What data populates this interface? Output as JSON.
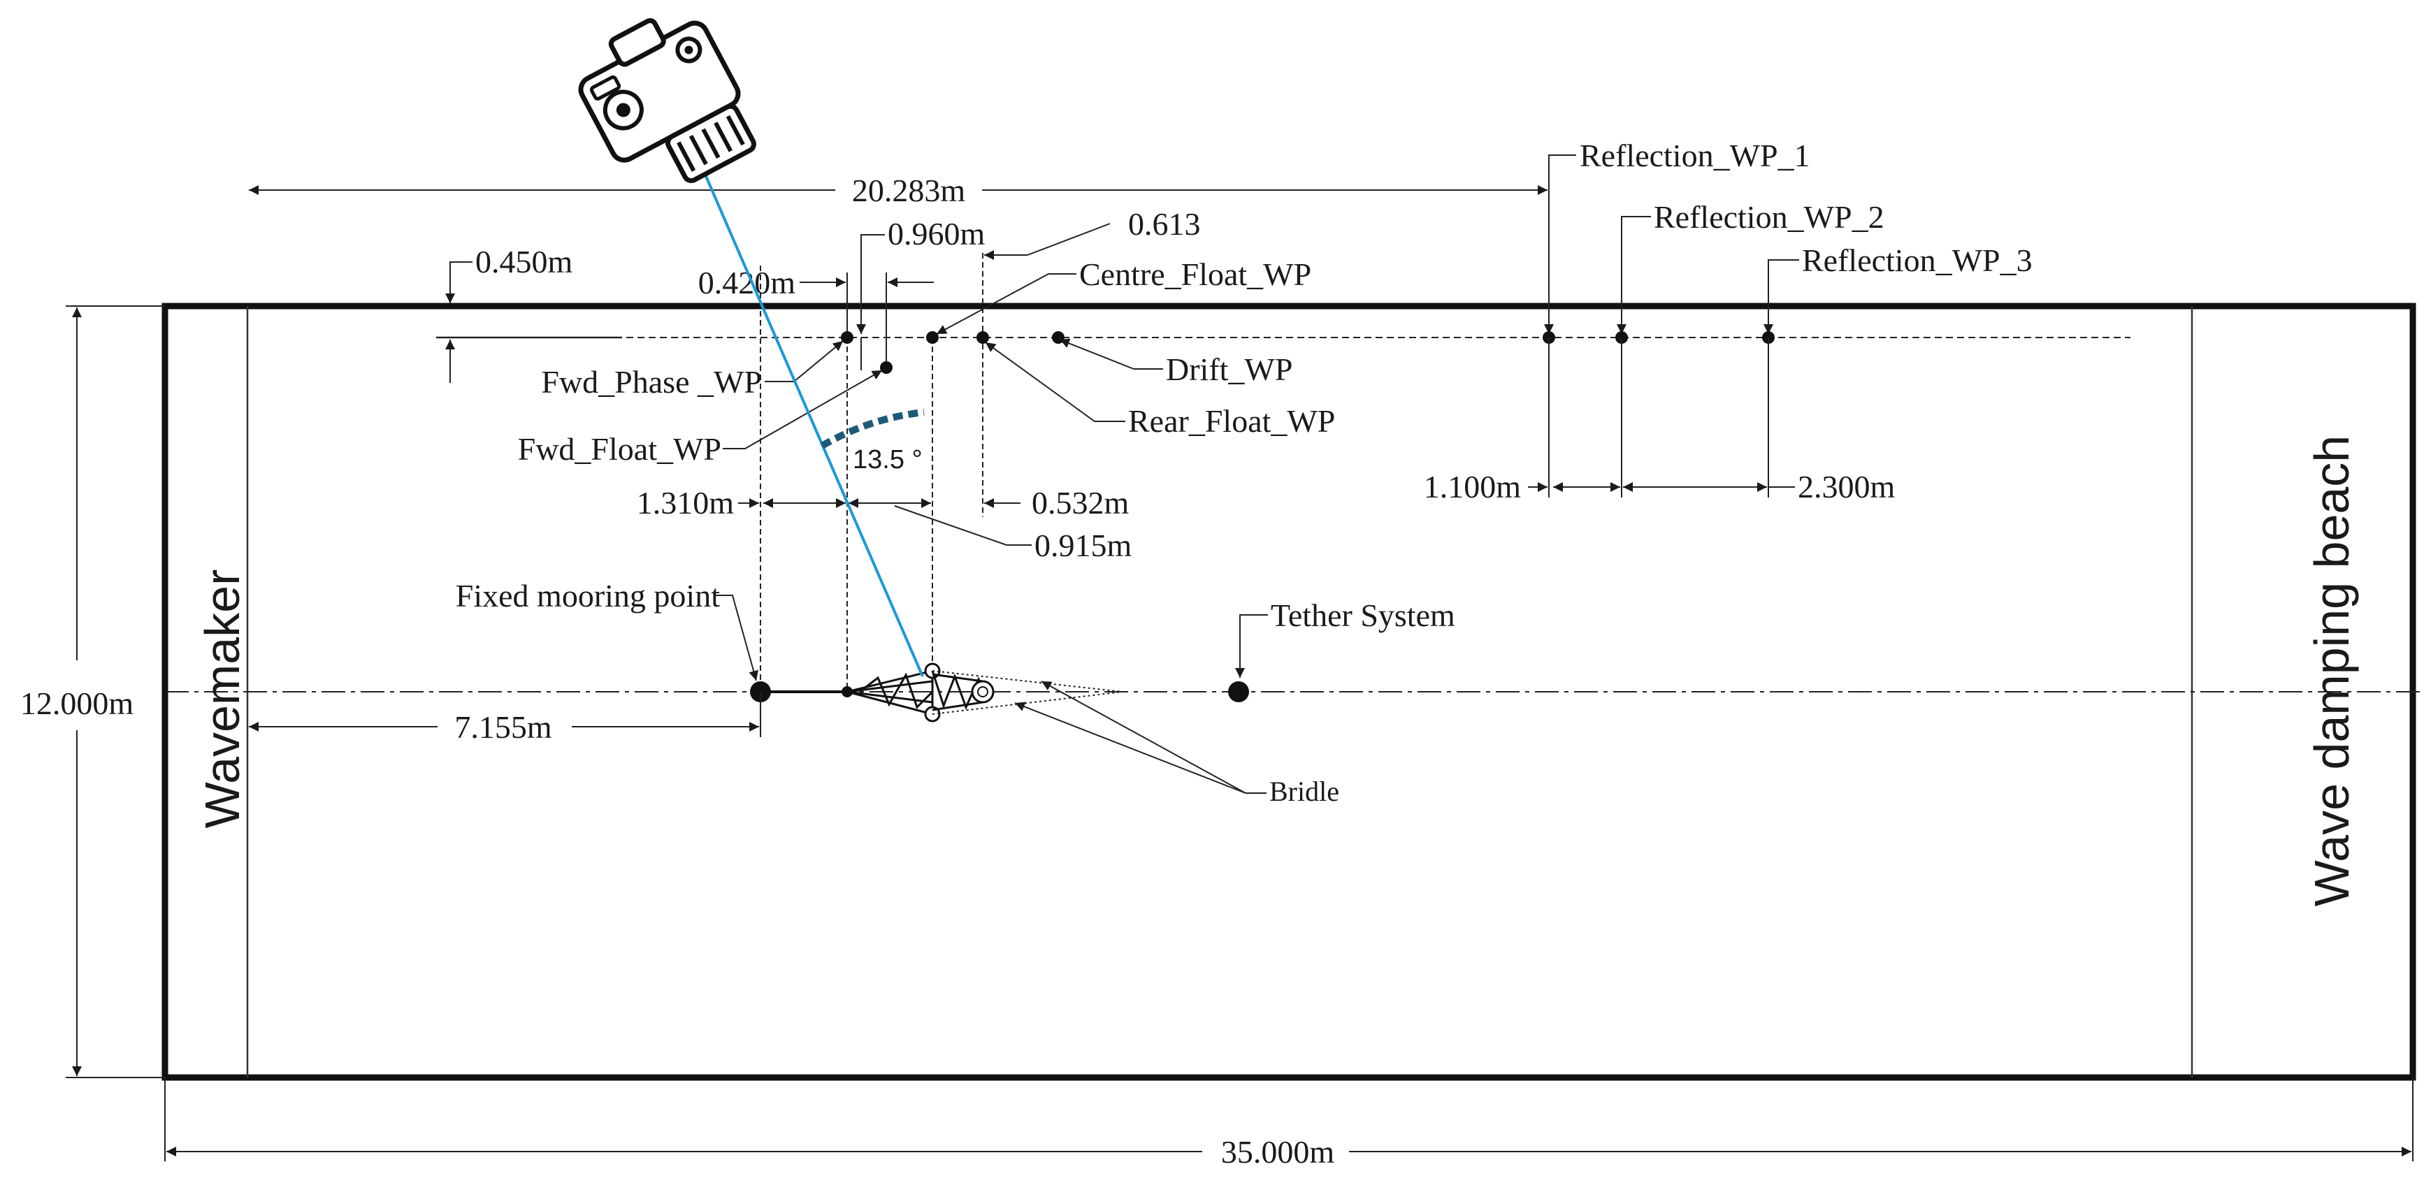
{
  "tank": {
    "length_label": "35.000m",
    "width_label": "12.000m",
    "wavemaker_label": "Wavemaker",
    "beach_label": "Wave damping beach"
  },
  "dimensions": {
    "reflection_distance": "20.283m",
    "wp_offset_from_wall": "0.450m",
    "fwd_phase_spacing": "0.420m",
    "fwd_float_offset": "0.960m",
    "drift_offset": "0.613",
    "fwd_phase_to_mooring": "1.310m",
    "rear_float_to_drift": "0.532m",
    "mooring_to_rear": "0.915m",
    "reflection_spacing_1": "1.100m",
    "reflection_spacing_2": "2.300m",
    "mooring_from_wavemaker": "7.155m"
  },
  "labels": {
    "reflection_wp_1": "Reflection_WP_1",
    "reflection_wp_2": "Reflection_WP_2",
    "reflection_wp_3": "Reflection_WP_3",
    "centre_float_wp": "Centre_Float_WP",
    "fwd_phase_wp": "Fwd_Phase _WP",
    "drift_wp": "Drift_WP",
    "rear_float_wp": "Rear_Float_WP",
    "fwd_float_wp": "Fwd_Float_WP",
    "fixed_mooring_point": "Fixed mooring point",
    "tether_system": "Tether System",
    "bridle": "Bridle",
    "camera_angle": "13.5 °"
  },
  "colors": {
    "line": "#1a1a1a",
    "camera_sightline": "#1a9ad6",
    "angle_arc": "#1e5a78"
  },
  "icons": {
    "camera": "camera-icon"
  }
}
